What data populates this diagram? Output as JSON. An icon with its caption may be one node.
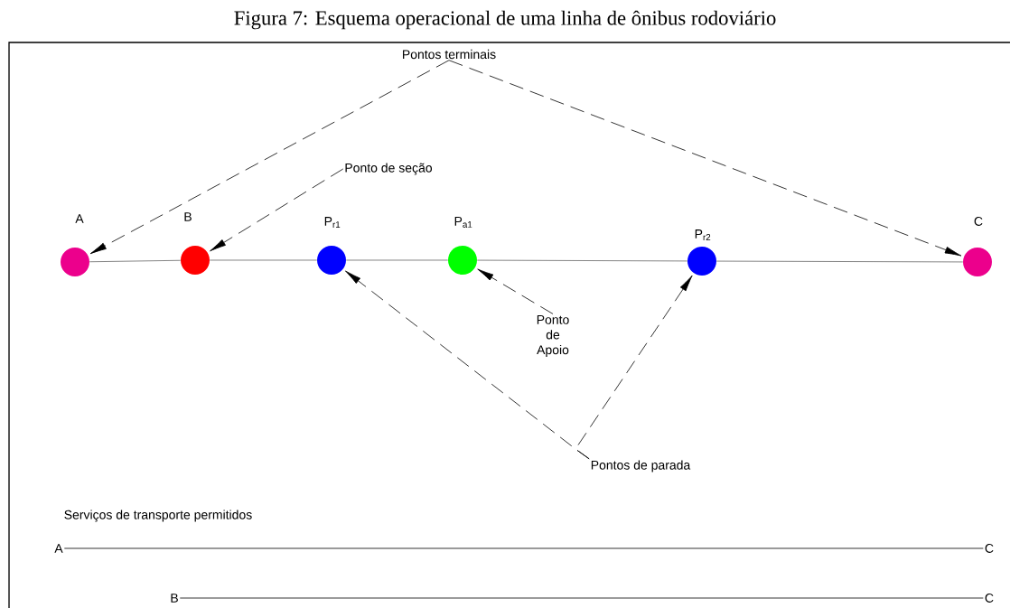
{
  "diagram": {
    "title": "Figura 7: Esquema operacional de uma linha de ônibus rodoviário",
    "nodes": [
      {
        "text": [],
        "shape": "circle",
        "beside": [
          "A"
        ]
      },
      {
        "text": [],
        "shape": "circle",
        "beside": [
          "B"
        ]
      },
      {
        "text": [],
        "shape": "circle",
        "beside": [
          "P$_{r1}$"
        ]
      },
      {
        "text": [],
        "shape": "circle",
        "beside": [
          "P$_{a1}$"
        ]
      },
      {
        "text": [],
        "shape": "circle",
        "beside": [
          "P$_{r2}$"
        ]
      },
      {
        "text": [],
        "shape": "circle",
        "beside": [
          "C"
        ]
      },
      {
        "text": [
          "Pontos terminais"
        ]
      },
      {
        "text": [
          "Ponto de seção"
        ]
      },
      {
        "text": [
          "Ponto de Apoio"
        ]
      },
      {
        "text": [
          "Pontos de parada"
        ]
      },
      {
        "text": [
          "A"
        ]
      },
      {
        "text": [
          "C"
        ]
      },
      {
        "text": [
          "B"
        ]
      },
      {
        "text": [
          "C"
        ]
      }
    ],
    "edges": [
      {
        "from": 0,
        "to": 1,
        "arrow": "none",
        "color": "#666666"
      },
      {
        "from": 1,
        "to": 2,
        "arrow": "none",
        "color": "#666666"
      },
      {
        "from": 2,
        "to": 3,
        "arrow": "none",
        "color": "#666666"
      },
      {
        "from": 3,
        "to": 4,
        "arrow": "none",
        "color": "#666666"
      },
      {
        "from": 4,
        "to": 5,
        "arrow": "none",
        "color": "#666666"
      },
      {
        "from": 6,
        "to": 0,
        "arrow": "to",
        "style": "dashed"
      },
      {
        "from": 6,
        "to": 5,
        "arrow": "to",
        "style": "dashed"
      },
      {
        "from": 7,
        "to": 1,
        "arrow": "to",
        "style": "dashed"
      },
      {
        "from": 8,
        "to": 3,
        "arrow": "to",
        "style": "dashed"
      },
      {
        "from": 9,
        "to": 2,
        "arrow": "to",
        "style": "dashed"
      },
      {
        "from": 9,
        "to": 4,
        "arrow": "to",
        "style": "dashed"
      },
      {
        "from": 10,
        "to": 11,
        "arrow": "none"
      },
      {
        "from": 12,
        "to": 13,
        "arrow": "none"
      }
    ],
    "labels": [
      "Serviços de transporte permitidos"
    ]
  }
}
